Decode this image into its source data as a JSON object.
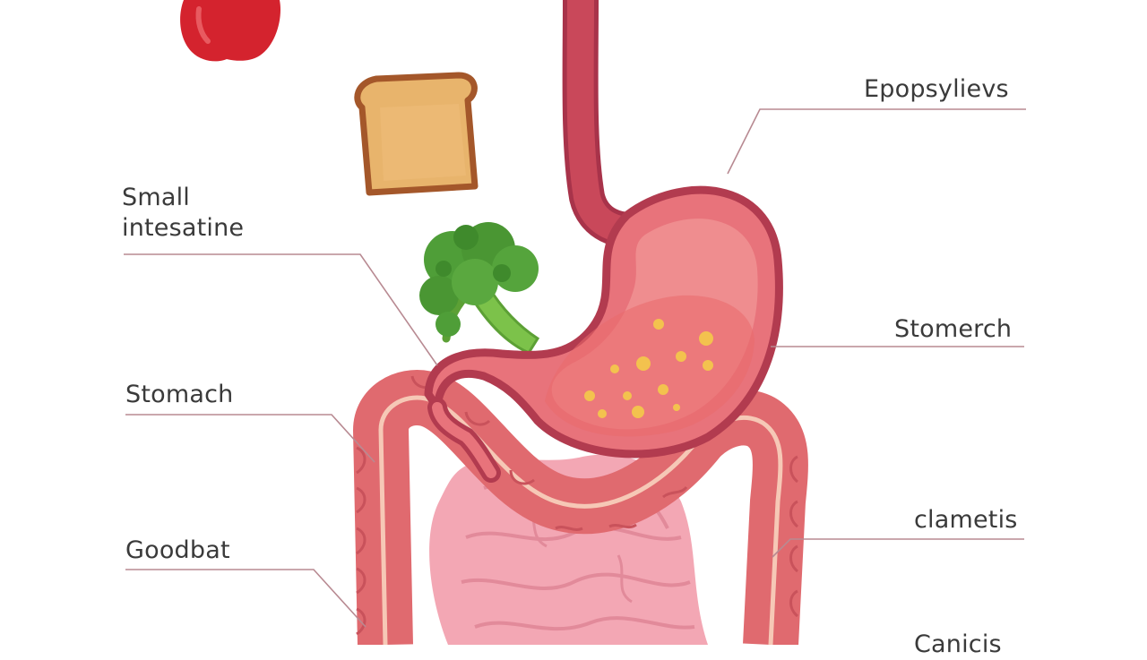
{
  "labels": {
    "small_intestine_line1": "Small",
    "small_intestine_line2": "intesatine",
    "stomach_left": "Stomach",
    "goodbat": "Goodbat",
    "epopsylievs": "Epopsylievs",
    "stomerch": "Stomerch",
    "clametis": "clametis",
    "canicis": "Canicis"
  },
  "colors": {
    "tube": "#c9485a",
    "tube_dark": "#a8334a",
    "stomach_fill": "#e8737b",
    "stomach_inner": "#ef8d8f",
    "intestine": "#e06a6f",
    "intestine_dark": "#c9525b",
    "small_intestine": "#f3a7b4",
    "food_dots": "#f3c24e",
    "bread": "#e8b46c",
    "bread_crust": "#a4572a",
    "broccoli": "#4f9e38",
    "apple": "#d4232e"
  }
}
